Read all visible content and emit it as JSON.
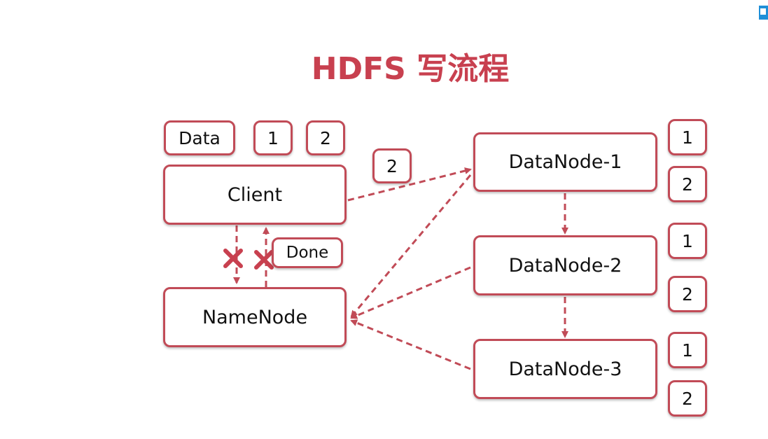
{
  "title": "HDFS 写流程",
  "colors": {
    "accent": "#c8404f",
    "border": "#c14b57",
    "text": "#111111"
  },
  "client": {
    "data_label": "Data",
    "block_1": "1",
    "block_2": "2",
    "label": "Client",
    "sending_block": "2"
  },
  "namenode": {
    "label": "NameNode",
    "done_label": "Done"
  },
  "datanodes": [
    {
      "label": "DataNode-1",
      "blocks": [
        "1",
        "2"
      ]
    },
    {
      "label": "DataNode-2",
      "blocks": [
        "1",
        "2"
      ]
    },
    {
      "label": "DataNode-3",
      "blocks": [
        "1",
        "2"
      ]
    }
  ]
}
